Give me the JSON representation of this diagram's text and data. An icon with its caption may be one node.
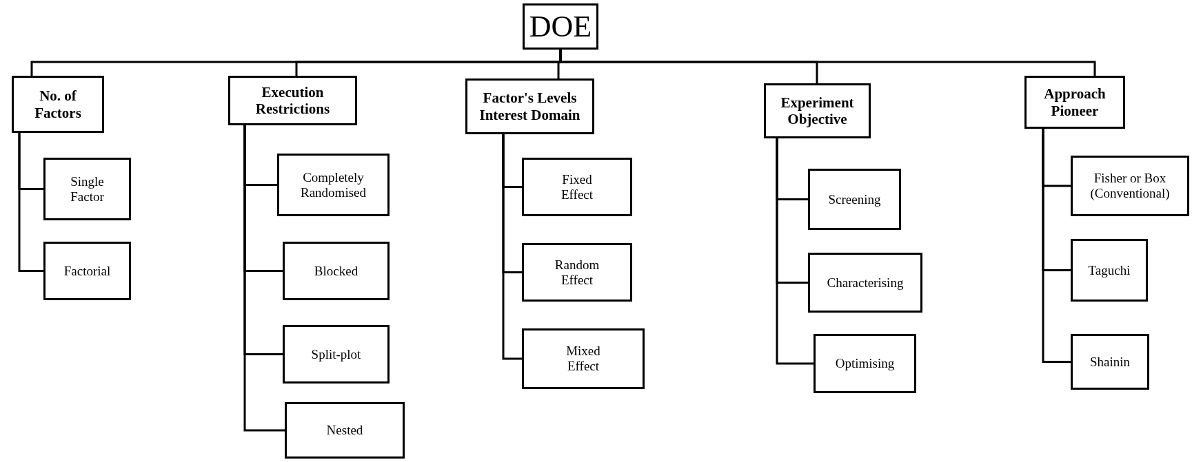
{
  "diagram": {
    "nodes": [
      {
        "text": [
          "DOE"
        ]
      },
      {
        "text": [
          "No. of Factors"
        ]
      },
      {
        "text": [
          "Single Factor"
        ]
      },
      {
        "text": [
          "Factorial"
        ]
      },
      {
        "text": [
          "Execution Restrictions"
        ]
      },
      {
        "text": [
          "Completely Randomised"
        ]
      },
      {
        "text": [
          "Blocked"
        ]
      },
      {
        "text": [
          "Split-plot"
        ]
      },
      {
        "text": [
          "Nested"
        ]
      },
      {
        "text": [
          "Factor's Levels Interest Domain"
        ]
      },
      {
        "text": [
          "Fixed Effect"
        ]
      },
      {
        "text": [
          "Random Effect"
        ]
      },
      {
        "text": [
          "Mixed Effect"
        ]
      },
      {
        "text": [
          "Experiment Objective"
        ]
      },
      {
        "text": [
          "Screening"
        ]
      },
      {
        "text": [
          "Characterising"
        ]
      },
      {
        "text": [
          "Optimising"
        ]
      },
      {
        "text": [
          "Approach Pioneer"
        ]
      },
      {
        "text": [
          "Fisher or Box (Conventional)"
        ]
      },
      {
        "text": [
          "Taguchi"
        ]
      },
      {
        "text": [
          "Shainin"
        ]
      }
    ],
    "edges": [
      {
        "from": 0,
        "to": 1,
        "arrow": "none"
      },
      {
        "from": 0,
        "to": 4,
        "arrow": "none"
      },
      {
        "from": 0,
        "to": 9,
        "arrow": "none"
      },
      {
        "from": 0,
        "to": 13,
        "arrow": "none"
      },
      {
        "from": 0,
        "to": 17,
        "arrow": "none"
      },
      {
        "from": 1,
        "to": 2,
        "arrow": "none"
      },
      {
        "from": 1,
        "to": 3,
        "arrow": "none"
      },
      {
        "from": 4,
        "to": 5,
        "arrow": "none"
      },
      {
        "from": 4,
        "to": 6,
        "arrow": "none"
      },
      {
        "from": 4,
        "to": 7,
        "arrow": "none"
      },
      {
        "from": 4,
        "to": 8,
        "arrow": "none"
      },
      {
        "from": 9,
        "to": 10,
        "arrow": "none"
      },
      {
        "from": 9,
        "to": 11,
        "arrow": "none"
      },
      {
        "from": 9,
        "to": 12,
        "arrow": "none"
      },
      {
        "from": 13,
        "to": 14,
        "arrow": "none"
      },
      {
        "from": 13,
        "to": 15,
        "arrow": "none"
      },
      {
        "from": 13,
        "to": 16,
        "arrow": "none"
      },
      {
        "from": 17,
        "to": 18,
        "arrow": "none"
      },
      {
        "from": 17,
        "to": 19,
        "arrow": "none"
      },
      {
        "from": 17,
        "to": 20,
        "arrow": "none"
      }
    ]
  }
}
